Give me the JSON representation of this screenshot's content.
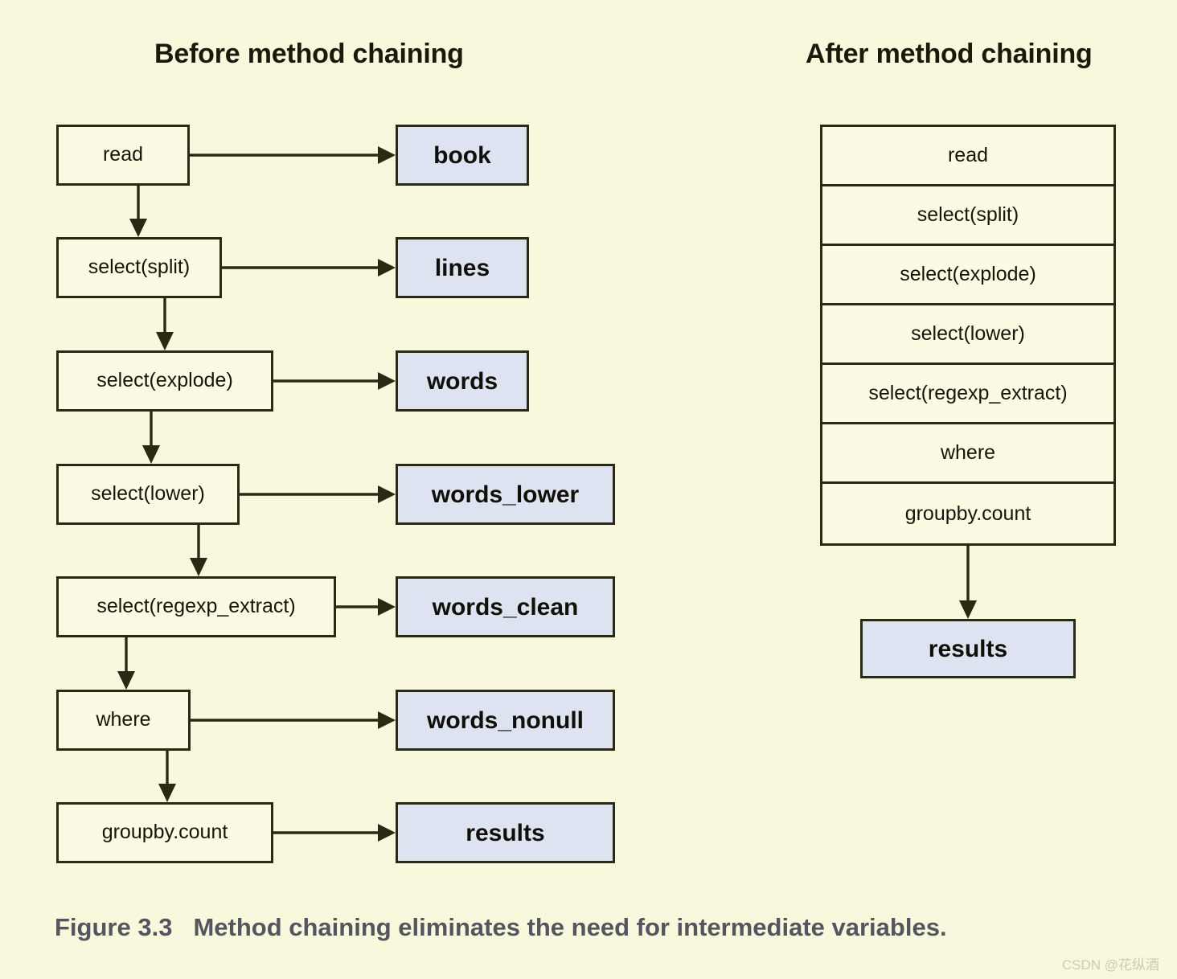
{
  "figure": {
    "caption_number": "Figure 3.3",
    "caption_text": "Method chaining eliminates the need for intermediate variables.",
    "watermark": "CSDN @花纵酒",
    "background_color": "#f8f8dc",
    "operation_box_color": "#fbfbe4",
    "variable_box_color": "#dde3f0",
    "stroke_color": "#2a2a14",
    "caption_color": "#55555f"
  },
  "before": {
    "title": "Before method chaining",
    "steps": [
      {
        "operation": "read",
        "variable": "book"
      },
      {
        "operation": "select(split)",
        "variable": "lines"
      },
      {
        "operation": "select(explode)",
        "variable": "words"
      },
      {
        "operation": "select(lower)",
        "variable": "words_lower"
      },
      {
        "operation": "select(regexp_extract)",
        "variable": "words_clean"
      },
      {
        "operation": "where",
        "variable": "words_nonull"
      },
      {
        "operation": "groupby.count",
        "variable": "results"
      }
    ]
  },
  "after": {
    "title": "After method chaining",
    "chain": [
      "read",
      "select(split)",
      "select(explode)",
      "select(lower)",
      "select(regexp_extract)",
      "where",
      "groupby.count"
    ],
    "result": "results"
  }
}
